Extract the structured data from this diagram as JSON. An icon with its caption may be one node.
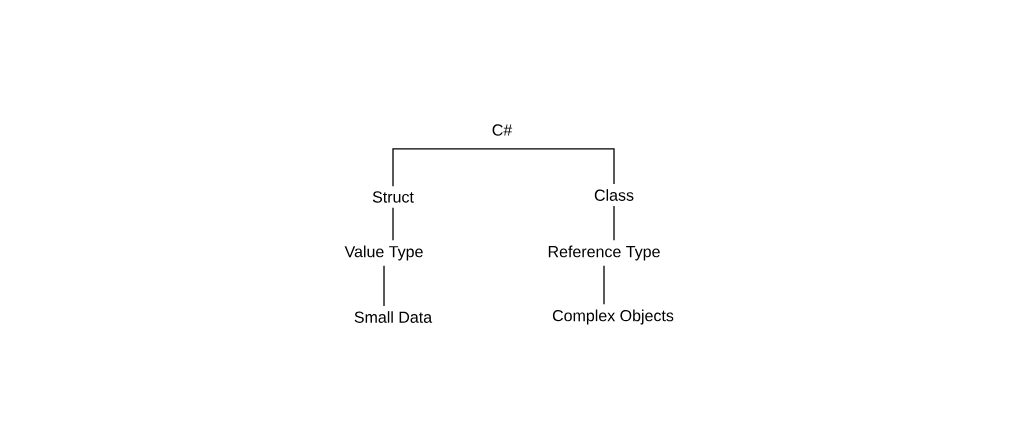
{
  "diagram": {
    "nodes": [
      {
        "text": [
          "C#"
        ]
      },
      {
        "text": [
          "Struct"
        ]
      },
      {
        "text": [
          "Class"
        ]
      },
      {
        "text": [
          "Value Type"
        ]
      },
      {
        "text": [
          "Reference Type"
        ]
      },
      {
        "text": [
          "Small Data"
        ]
      },
      {
        "text": [
          "Complex Objects"
        ]
      }
    ],
    "edges": [
      {
        "from": 0,
        "to": 1,
        "arrow": "none"
      },
      {
        "from": 0,
        "to": 2,
        "arrow": "none"
      },
      {
        "from": 1,
        "to": 3,
        "arrow": "none"
      },
      {
        "from": 2,
        "to": 4,
        "arrow": "none"
      },
      {
        "from": 3,
        "to": 5,
        "arrow": "none"
      },
      {
        "from": 4,
        "to": 6,
        "arrow": "none"
      }
    ]
  }
}
